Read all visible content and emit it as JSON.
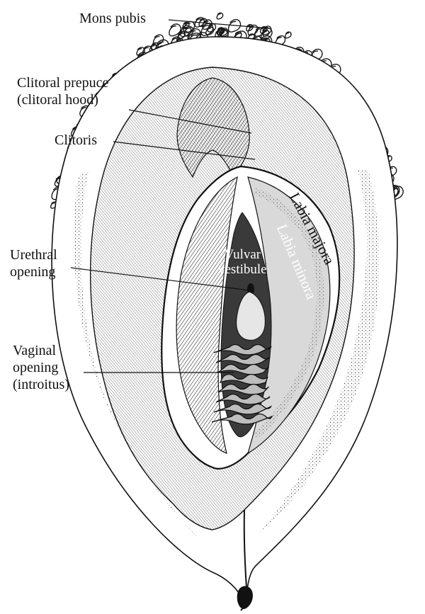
{
  "labels": {
    "mons_pubis": "Mons pubis",
    "clitoral_prepuce_line1": "Clitoral prepuce",
    "clitoral_prepuce_line2": "(clitoral hood)",
    "clitoris": "Clitoris",
    "urethral_line1": "Urethral",
    "urethral_line2": "opening",
    "vaginal_line1": "Vaginal",
    "vaginal_line2": "opening",
    "vaginal_line3": "(introitus)",
    "vulvar_line1": "Vulvar",
    "vulvar_line2": "vestibule",
    "labia_majora": "Labia majora",
    "labia_minora": "Labia minora"
  },
  "colors": {
    "ink": "#111111",
    "shade": "#555555",
    "light": "#f2f2f2",
    "paper": "#ffffff"
  }
}
